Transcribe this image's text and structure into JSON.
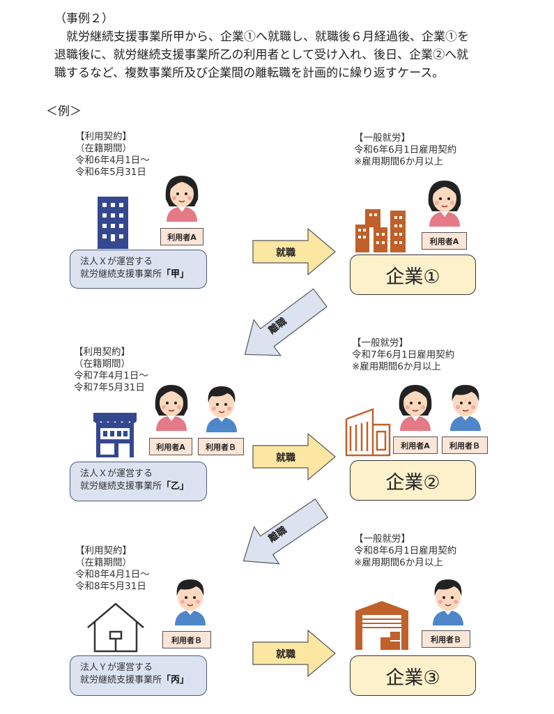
{
  "case_title": "（事例２）",
  "description": [
    "　就労継続支援事業所甲から、企業①へ就職し、就職後６月経過後、企業①を",
    "退職後に、就労継続支援事業所乙の利用者として受け入れ、後日、企業②へ就",
    "職するなど、複数事業所及び企業間の離転職を計画的に繰り返すケース。"
  ],
  "example_label": "＜例＞",
  "arrows": {
    "employment": "就職",
    "resignation": "離職"
  },
  "rows": [
    {
      "contract": "【利用契約】\n（在籍期間）\n令和6年4月1日～\n令和6年5月31日",
      "org_line1": "法人Ｘが運営する",
      "org_line2": "就労継続支援事業所",
      "org_name": "「甲」",
      "users": [
        "利用者A"
      ],
      "employment": "【一般就労】\n令和6年6月1日雇用契約\n※雇用期間6か月以上",
      "company": "企業①",
      "company_users": [
        "利用者A"
      ]
    },
    {
      "contract": "【利用契約】\n（在籍期間）\n令和7年4月1日～\n令和7年5月31日",
      "org_line1": "法人Ｘが運営する",
      "org_line2": "就労継続支援事業所",
      "org_name": "「乙」",
      "users": [
        "利用者A",
        "利用者Ｂ"
      ],
      "employment": "【一般就労】\n令和7年6月1日雇用契約\n※雇用期間6か月以上",
      "company": "企業②",
      "company_users": [
        "利用者A",
        "利用者Ｂ"
      ]
    },
    {
      "contract": "【利用契約】\n（在籍期間）\n令和8年4月1日～\n令和8年5月31日",
      "org_line1": "法人Ｙが運営する",
      "org_line2": "就労継続支援事業所",
      "org_name": "「丙」",
      "users": [
        "利用者Ｂ"
      ],
      "employment": "【一般就労】\n令和8年6月1日雇用契約\n※雇用期間6か月以上",
      "company": "企業③",
      "company_users": [
        "利用者Ｂ"
      ]
    }
  ],
  "colors": {
    "org_fill": "#dbe3f1",
    "company_fill": "#fdf1cc",
    "arrow_right": "#fbe6a2",
    "arrow_diag": "#dbe3f1",
    "building_blue": "#34488f",
    "building_orange": "#c0602a",
    "label_fill": "#fbe5d6"
  }
}
